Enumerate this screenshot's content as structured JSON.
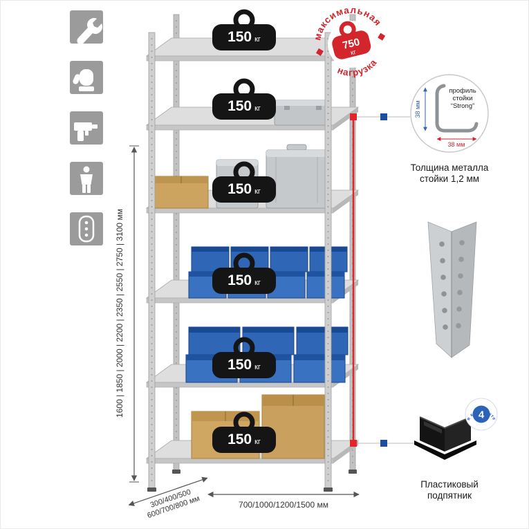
{
  "colors": {
    "accent_red": "#d2252c",
    "accent_blue": "#1d4f9e",
    "bin_blue": "#2f66b5",
    "metal_gray": "#d6d6d6",
    "icon_tile_gray": "#9b9b9b",
    "cardboard_tan": "#cda45f"
  },
  "icons": [
    "wrench-icon",
    "work-gloves-icon",
    "drill-icon",
    "person-height-icon",
    "power-strip-icon"
  ],
  "stamp": {
    "arc_top": "максимальная",
    "arc_bottom": "нагрузка",
    "value": "750",
    "unit": "кг"
  },
  "weights": [
    {
      "value": "150",
      "unit": "кг"
    },
    {
      "value": "150",
      "unit": "кг"
    },
    {
      "value": "150",
      "unit": "кг"
    },
    {
      "value": "150",
      "unit": "кг"
    },
    {
      "value": "150",
      "unit": "кг"
    },
    {
      "value": "150",
      "unit": "кг"
    }
  ],
  "dimensions": {
    "height": "1600 | 1850 | 2000 | 2200 | 2350 | 2550 | 2750 | 3100 мм",
    "width": "700/1000/1200/1500 мм",
    "depth_line1": "300/400/500",
    "depth_line2": "600/700/800 мм"
  },
  "profile_detail": {
    "dim_vertical": "38 мм",
    "dim_horizontal": "38 мм",
    "label_line1": "профиль",
    "label_line2": "стойки",
    "label_line3": "“Strong”",
    "caption_line1": "Толщина металла",
    "caption_line2": "стойки 1,2 мм"
  },
  "foot_detail": {
    "badge_value": "4",
    "badge_arc": "в комплекте",
    "caption_line1": "Пластиковый",
    "caption_line2": "подпятник"
  }
}
